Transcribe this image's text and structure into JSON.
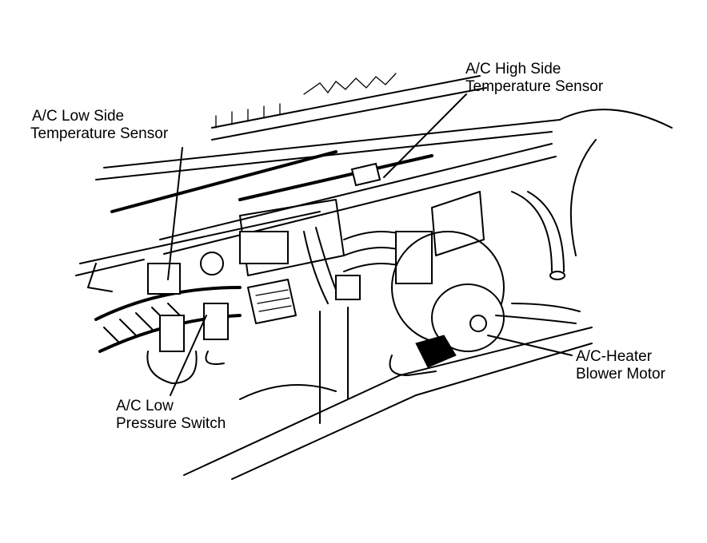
{
  "labels": {
    "high_side_sensor": {
      "line1": "A/C High Side",
      "line2": "Temperature Sensor"
    },
    "low_side_sensor": {
      "line1": "A/C Low Side",
      "line2": "Temperature Sensor"
    },
    "low_pressure_switch": {
      "line1": "A/C Low",
      "line2": "Pressure Switch"
    },
    "blower_motor": {
      "line1": "A/C-Heater",
      "line2": "Blower Motor"
    }
  },
  "colors": {
    "ink": "#000000",
    "paper": "#ffffff"
  }
}
